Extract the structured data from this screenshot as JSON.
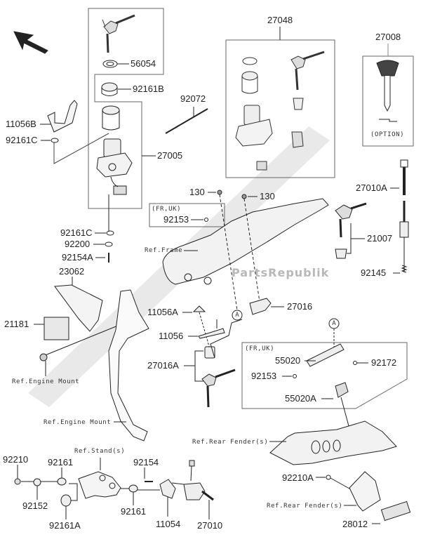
{
  "diagram": {
    "title": "Ignition Switch parts diagram",
    "watermark": "PartsRepublik",
    "accent_color": "#222222",
    "watermark_color": "#c8c8c8",
    "region_notes": {
      "fr_uk_1": "(FR,UK)",
      "fr_uk_2": "(FR,UK)",
      "option": "(OPTION)",
      "callout_a": "A"
    },
    "references": {
      "frame": "Ref.Frame",
      "engine_mount_1": "Ref.Engine Mount",
      "engine_mount_2": "Ref.Engine Mount",
      "stand": "Ref.Stand(s)",
      "rear_fender_1": "Ref.Rear Fender(s)",
      "rear_fender_2": "Ref.Rear Fender(s)"
    },
    "parts": {
      "p56054": "56054",
      "p92161B": "92161B",
      "p92072": "92072",
      "p27048": "27048",
      "p27008": "27008",
      "p11056B": "11056B",
      "p92161C_top": "92161C",
      "p27005": "27005",
      "p130_left": "130",
      "p130_right": "130",
      "p27010A": "27010A",
      "p92153_top": "92153",
      "p92161C_bottom": "92161C",
      "p92200": "92200",
      "p92154A": "92154A",
      "p21007": "21007",
      "p23062": "23062",
      "p92145": "92145",
      "p11056A": "11056A",
      "p27016": "27016",
      "p21181": "21181",
      "p11056": "11056",
      "p55020": "55020",
      "p92172": "92172",
      "p27016A": "27016A",
      "p92153_bottom": "92153",
      "p55020A": "55020A",
      "p92210": "92210",
      "p92161_left": "92161",
      "p92154": "92154",
      "p92152": "92152",
      "p92161_right": "92161",
      "p92161A": "92161A",
      "p11054": "11054",
      "p27010": "27010",
      "p92210A": "92210A",
      "p28012": "28012"
    }
  }
}
